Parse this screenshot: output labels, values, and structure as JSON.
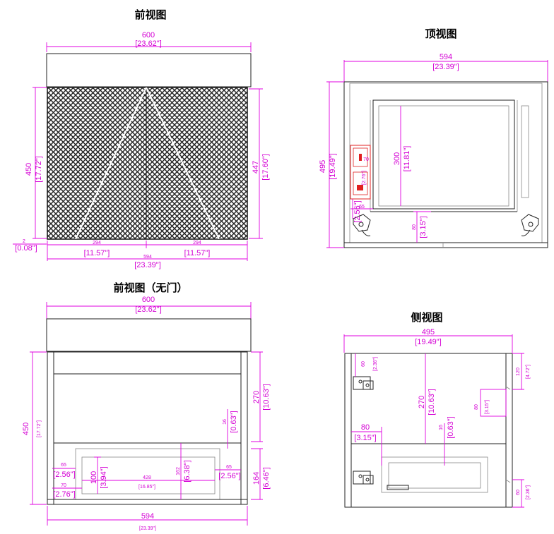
{
  "views": {
    "front": {
      "title": "前视图",
      "width_mm": "600",
      "width_in": "[23.62\"]",
      "height_mm": "450",
      "height_in": "[17.72\"]",
      "door_h_mm": "447",
      "door_h_in": "[17.60\"]",
      "gap_mm": "2",
      "gap_in": "[0.08\"]",
      "door_left_mm": "294",
      "door_left_in": "[11.57\"]",
      "door_right_mm": "294",
      "door_right_in": "[11.57\"]",
      "inner_w_mm": "594",
      "inner_w_in": "[23.39\"]"
    },
    "top": {
      "title": "顶视图",
      "width_mm": "594",
      "width_in": "[23.39\"]",
      "depth_mm": "495",
      "depth_in": "[19.49\"]",
      "drawer_mm": "300",
      "drawer_in": "[11.81\"]",
      "socket_a": "70",
      "socket_b": "[2.76\"]",
      "side_mm": "65",
      "side_in": "[2.56\"]",
      "front_mm": "80",
      "front_in": "[3.15\"]"
    },
    "front_open": {
      "title": "前视图（无门）",
      "width_mm": "600",
      "width_in": "[23.62\"]",
      "height_mm": "450",
      "height_in": "[17.72\"]",
      "upper_mm": "270",
      "upper_in": "[10.63\"]",
      "gap_mm": "16",
      "gap_in": "[0.63\"]",
      "drawer_h_mm": "164",
      "drawer_h_in": "[6.46\"]",
      "left_a_mm": "65",
      "left_a_in": "[2.56\"]",
      "left_b_mm": "70",
      "left_b_in": "[2.76\"]",
      "inner_h_mm": "100",
      "inner_h_in": "[3.94\"]",
      "inner_w_mm": "428",
      "inner_w_in": "[16.85\"]",
      "box_h_mm": "162",
      "box_h_in": "[6.38\"]",
      "right_mm": "65",
      "right_in": "[2.56\"]",
      "bottom_mm": "594",
      "bottom_in": "[23.39\"]"
    },
    "side": {
      "title": "侧视图",
      "depth_mm": "495",
      "depth_in": "[19.49\"]",
      "hinge_top_mm": "60",
      "hinge_top_in": "[2.36\"]",
      "upper_mm": "270",
      "upper_in": "[10.63\"]",
      "right_top_mm": "120",
      "right_top_in": "[4.72\"]",
      "right_mid_mm": "80",
      "right_mid_in": "[3.15\"]",
      "front_mm": "80",
      "front_in": "[3.15\"]",
      "gap_mm": "16",
      "gap_in": "[0.63\"]",
      "bottom_mm": "60",
      "bottom_in": "[2.36\"]"
    }
  },
  "colors": {
    "dimension": "#e000e0",
    "outline": "#222222",
    "socket": "#e02020"
  }
}
